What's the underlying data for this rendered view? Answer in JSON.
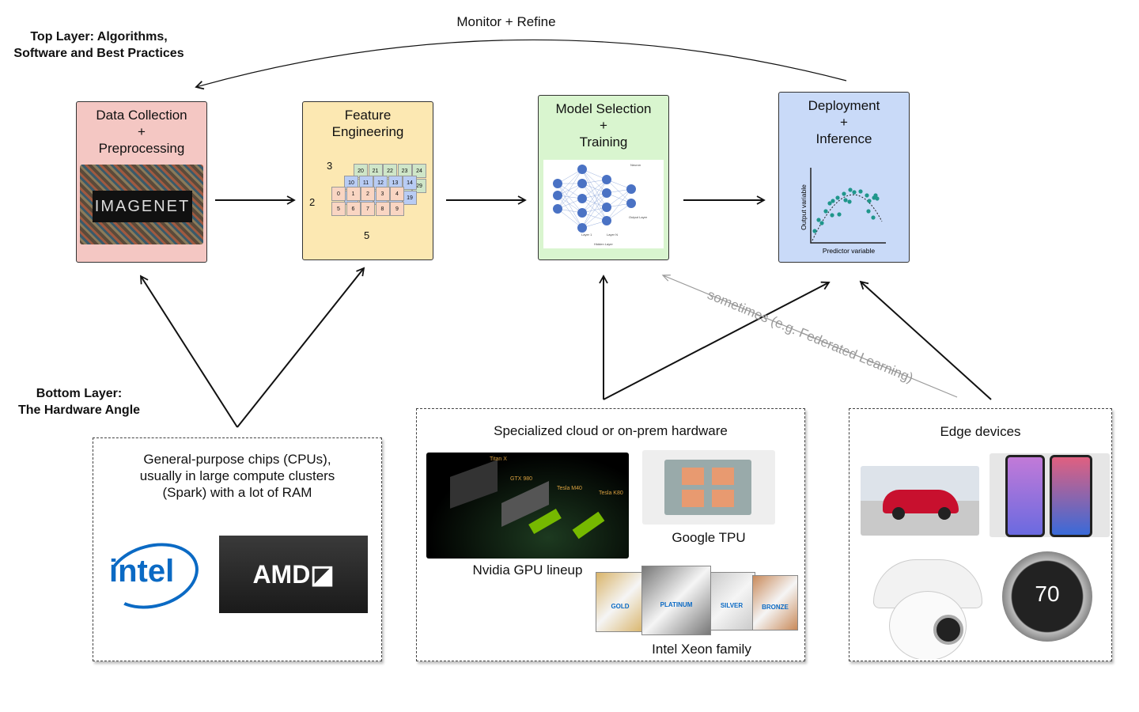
{
  "feedback_label": "Monitor + Refine",
  "top_layer": "Top Layer: Algorithms,\nSoftware and Best Practices",
  "bottom_layer": "Bottom Layer:\nThe Hardware Angle",
  "stages": [
    {
      "title": "Data Collection\n+\nPreprocessing",
      "color": "#f4c7c3",
      "image_text": "IMAGENET"
    },
    {
      "title": "Feature\nEngineering",
      "color": "#fce8b2",
      "tensor_dims": [
        "3",
        "2",
        "5"
      ],
      "cells": [
        "0",
        "1",
        "2",
        "3",
        "4",
        "5",
        "6",
        "7",
        "8",
        "9"
      ],
      "cells_mid": [
        "10",
        "11",
        "12",
        "13",
        "14",
        "19"
      ],
      "cells_back": [
        "20",
        "21",
        "22",
        "23",
        "24",
        "29"
      ]
    },
    {
      "title": "Model Selection\n+\nTraining",
      "color": "#d9f5cf",
      "nn_labels": [
        "Neuron",
        "Output Layer",
        "Layer 1",
        "Layer N",
        "Hidden Layer"
      ]
    },
    {
      "title": "Deployment\n+\nInference",
      "color": "#c9daf8",
      "xlabel": "Predictor variable",
      "ylabel": "Output variable"
    }
  ],
  "sometimes_label": "sometimes (e.g. Federated Learning)",
  "hardware": {
    "cpu": {
      "title": "General-purpose chips (CPUs),\nusually in large compute clusters\n(Spark) with a lot of RAM",
      "logos": [
        "intel",
        "AMD"
      ]
    },
    "cloud": {
      "title": "Specialized cloud or on-prem hardware",
      "gpu_caption": "Nvidia GPU lineup",
      "gpu_labels": [
        "Titan X",
        "GTX 980",
        "Tesla M40",
        "Tesla K80"
      ],
      "tpu_caption": "Google TPU",
      "xeon_caption": "Intel Xeon family",
      "xeon_tiers": [
        "GOLD",
        "PLATINUM",
        "SILVER",
        "BRONZE"
      ]
    },
    "edge": {
      "title": "Edge devices",
      "thermostat_value": "70"
    }
  }
}
